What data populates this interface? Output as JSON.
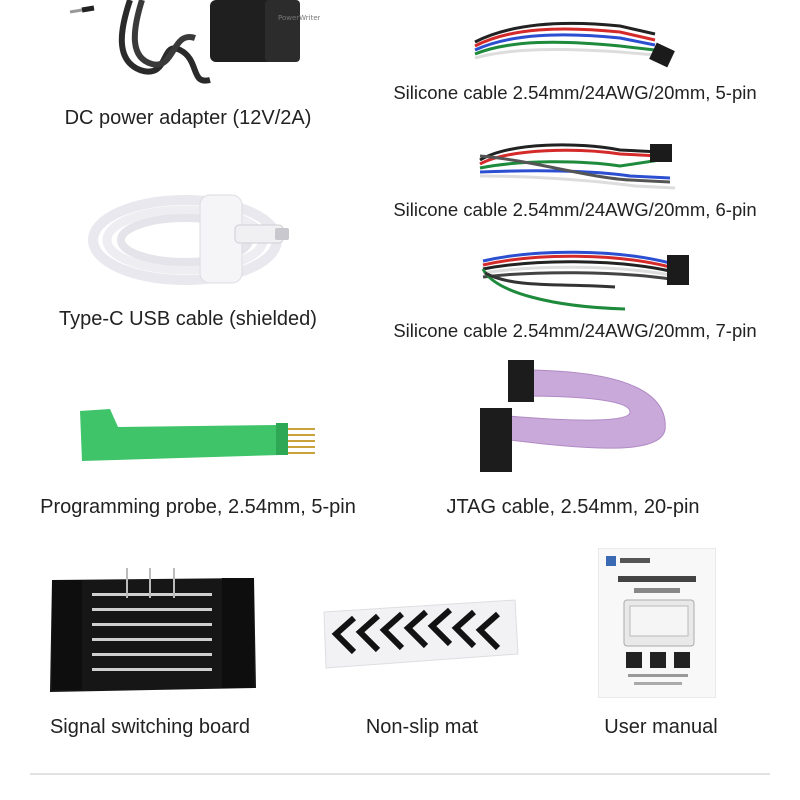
{
  "items": [
    {
      "id": "dc-power-adapter",
      "label": "DC power adapter (12V/2A)"
    },
    {
      "id": "silicone-cable-5pin",
      "label": "Silicone cable 2.54mm/24AWG/20mm, 5-pin"
    },
    {
      "id": "silicone-cable-6pin",
      "label": "Silicone cable 2.54mm/24AWG/20mm, 6-pin"
    },
    {
      "id": "type-c-usb-cable",
      "label": "Type-C USB cable (shielded)"
    },
    {
      "id": "silicone-cable-7pin",
      "label": "Silicone cable 2.54mm/24AWG/20mm, 7-pin"
    },
    {
      "id": "programming-probe",
      "label": "Programming probe, 2.54mm, 5-pin"
    },
    {
      "id": "jtag-cable",
      "label": "JTAG cable, 2.54mm, 20-pin"
    },
    {
      "id": "signal-switching-board",
      "label": "Signal switching board"
    },
    {
      "id": "non-slip-mat",
      "label": "Non-slip mat"
    },
    {
      "id": "user-manual",
      "label": "User manual"
    }
  ],
  "manual_brand": "PowerWriter",
  "colors": {
    "wire_red": "#d42a2a",
    "wire_blue": "#2b4fd0",
    "wire_green": "#1e8a3c",
    "wire_black": "#222222",
    "wire_white": "#dddddd",
    "probe_green": "#3fc46a",
    "ribbon_pink": "#c9a9d9"
  }
}
